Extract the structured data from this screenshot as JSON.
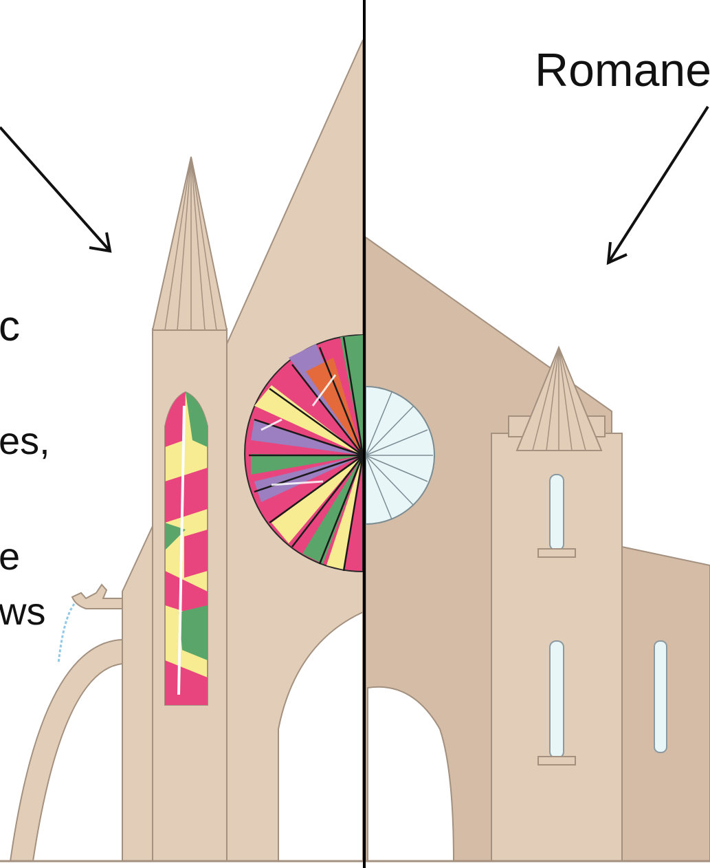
{
  "labels": {
    "romanesque_fragment": "Romane",
    "gothic_fragment": "c",
    "feature_line_2": "es,",
    "feature_line_3": "e",
    "feature_line_4": "ws"
  },
  "colors": {
    "stone": "#e2cdb8",
    "stone_shadow": "#d4bca6",
    "stone_outline": "#a3907f",
    "divider": "#000000",
    "glass_pink": "#e8457e",
    "glass_green": "#5aa56a",
    "glass_yellow": "#f7ec92",
    "glass_purple": "#9b7fc0",
    "glass_orange": "#e56a3b",
    "glass_clear": "#e9f6f8",
    "water": "#8fc9e8"
  }
}
